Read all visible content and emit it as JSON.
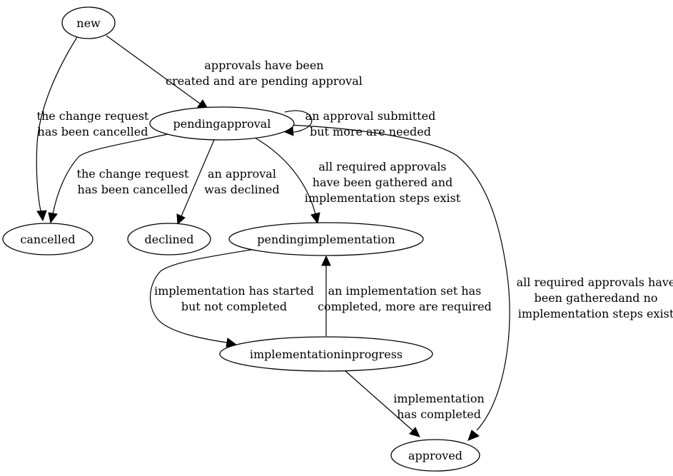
{
  "nodes": [
    {
      "id": "new",
      "label": "new"
    },
    {
      "id": "pendingapproval",
      "label": "pendingapproval"
    },
    {
      "id": "cancelled",
      "label": "cancelled"
    },
    {
      "id": "declined",
      "label": "declined"
    },
    {
      "id": "pendingimplementation",
      "label": "pendingimplementation"
    },
    {
      "id": "implementationinprogress",
      "label": "implementationinprogress"
    },
    {
      "id": "approved",
      "label": "approved"
    }
  ],
  "edges": [
    {
      "from": "new",
      "to": "pendingapproval",
      "label": [
        "approvals have been",
        "created and are pending approval"
      ]
    },
    {
      "from": "new",
      "to": "cancelled",
      "label": [
        "the change request",
        "has been cancelled"
      ]
    },
    {
      "from": "pendingapproval",
      "to": "pendingapproval",
      "label": [
        "an approval submitted",
        "but more are needed"
      ]
    },
    {
      "from": "pendingapproval",
      "to": "cancelled",
      "label": [
        "the change request",
        "has been cancelled"
      ]
    },
    {
      "from": "pendingapproval",
      "to": "declined",
      "label": [
        "an approval",
        "was declined"
      ]
    },
    {
      "from": "pendingapproval",
      "to": "pendingimplementation",
      "label": [
        "all required approvals",
        "have been gathered and",
        "implementation steps exist"
      ]
    },
    {
      "from": "pendingapproval",
      "to": "approved",
      "label": [
        "all required approvals have",
        "been gatheredand no",
        "implementation steps exist"
      ]
    },
    {
      "from": "pendingimplementation",
      "to": "implementationinprogress",
      "label": [
        "implementation has started",
        "but not completed"
      ]
    },
    {
      "from": "implementationinprogress",
      "to": "pendingimplementation",
      "label": [
        "an implementation set has",
        "completed, more are required"
      ]
    },
    {
      "from": "implementationinprogress",
      "to": "approved",
      "label": [
        "implementation",
        "has completed"
      ]
    }
  ]
}
